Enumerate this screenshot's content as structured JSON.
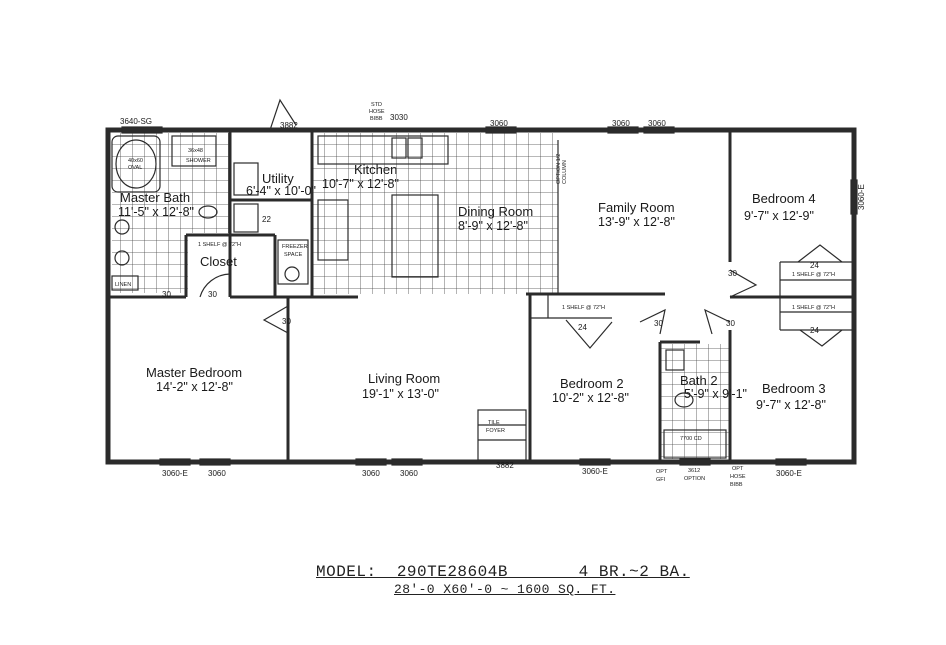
{
  "rooms": {
    "master_bath": {
      "name": "Master Bath",
      "dim": "11'-5\" x 12'-8\""
    },
    "utility": {
      "name": "Utility",
      "dim": "6'-4\" x 10'-0\""
    },
    "kitchen": {
      "name": "Kitchen",
      "dim": "10'-7\" x 12'-8\""
    },
    "dining": {
      "name": "Dining Room",
      "dim": "8'-9\" x 12'-8\""
    },
    "family": {
      "name": "Family Room",
      "dim": "13'-9\" x 12'-8\""
    },
    "bedroom4": {
      "name": "Bedroom 4",
      "dim": "9'-7\" x 12'-9\""
    },
    "closet": {
      "name": "Closet"
    },
    "master_bed": {
      "name": "Master Bedroom",
      "dim": "14'-2\" x 12'-8\""
    },
    "living": {
      "name": "Living Room",
      "dim": "19'-1\" x 13'-0\""
    },
    "bedroom2": {
      "name": "Bedroom 2",
      "dim": "10'-2\" x 12'-8\""
    },
    "bath2": {
      "name": "Bath 2",
      "dim": "5'-9\" x 9'-1\""
    },
    "bedroom3": {
      "name": "Bedroom 3",
      "dim": "9'-7\" x 12'-8\""
    }
  },
  "labels": {
    "win_3640sg": "3640-SG",
    "win_3882_top": "3882",
    "std_hose": "STD",
    "std_hose2": "HOSE",
    "std_hose3": "BIBB",
    "win_3030": "3030",
    "win_3060_a": "3060",
    "win_3060_b": "3060",
    "win_3060_c": "3060",
    "win_3060e_right": "3060-E",
    "tub_oval": "40x60",
    "tub_oval2": "OVAL",
    "shower": "36x48",
    "shower2": "SHOWER",
    "linen": "LINEN",
    "shelf": "1 SHELF @ 72\"H",
    "freezer": "FREEZER",
    "freezer2": "SPACE",
    "door_30": "30",
    "door_24": "24",
    "door_22": "22",
    "tile_foyer": "TILE",
    "tile_foyer2": "FOYER",
    "tub_bath2": "7700 CD",
    "win_3060e_b1": "3060-E",
    "win_3060_b1": "3060",
    "win_3060_b2": "3060",
    "win_3060_b3": "3060",
    "door_3882_bottom": "3882",
    "win_3060e_b2": "3060-E",
    "opt_gfi": "OPT",
    "opt_gfi2": "GFI",
    "win_3612": "3612",
    "win_3612b": "OPTION",
    "opt_hose": "OPT",
    "opt_hose2": "HOSE",
    "opt_hose3": "BIBB",
    "win_3060e_b3": "3060-E",
    "column": "COLUMN",
    "opt_column": "OPTION 1/2"
  },
  "footer": {
    "model": "MODEL:  290TE28604B       4 BR.~2 BA.",
    "size": "28'-0 X60'-0 ~ 1600 SQ. FT."
  }
}
